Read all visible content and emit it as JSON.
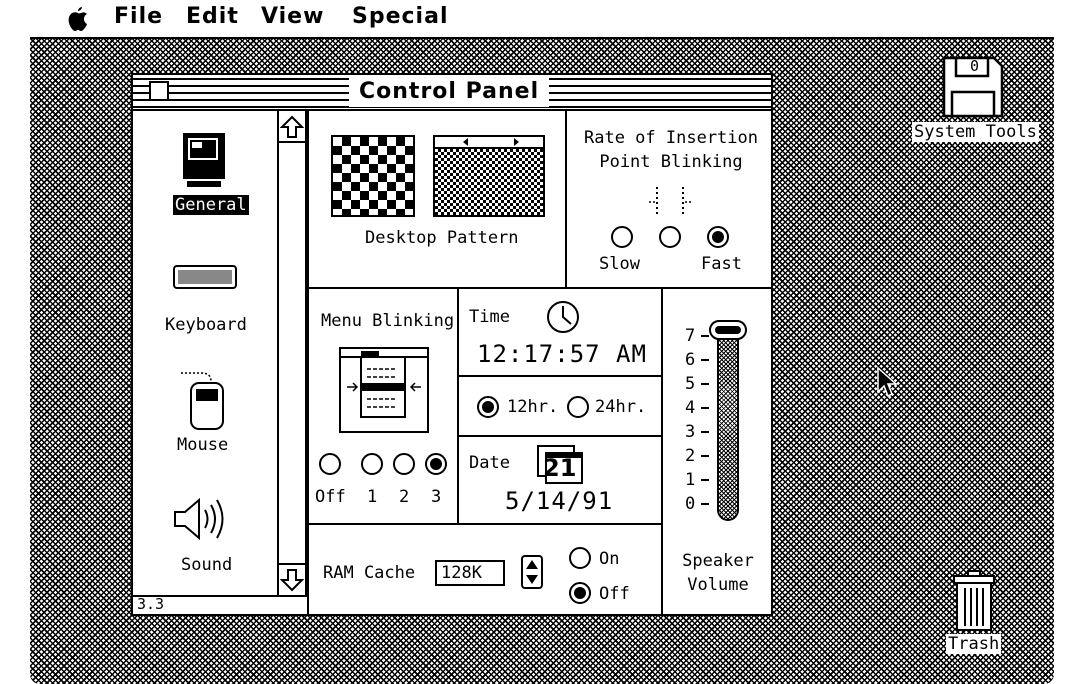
{
  "menubar": {
    "items": [
      "File",
      "Edit",
      "View",
      "Special"
    ]
  },
  "desktop": {
    "icons": {
      "system_tools": "System Tools",
      "system_tools_badge": "0",
      "trash": "Trash"
    }
  },
  "window": {
    "title": "Control Panel",
    "version": "3.3",
    "sidebar": {
      "items": [
        {
          "label": "General",
          "selected": true
        },
        {
          "label": "Keyboard"
        },
        {
          "label": "Mouse"
        },
        {
          "label": "Sound"
        }
      ]
    },
    "desktop_pattern": {
      "label": "Desktop Pattern"
    },
    "insertion": {
      "title_line1": "Rate of Insertion",
      "title_line2": "Point Blinking",
      "slow": "Slow",
      "fast": "Fast",
      "selected_index": 2
    },
    "menu_blinking": {
      "title": "Menu Blinking",
      "options": [
        "Off",
        "1",
        "2",
        "3"
      ],
      "selected_index": 3
    },
    "time": {
      "label": "Time",
      "value": "12:17:57 AM",
      "format_12": "12hr.",
      "format_24": "24hr.",
      "selected": "12hr."
    },
    "date": {
      "label": "Date",
      "value": "5/14/91",
      "calendar_day": "21"
    },
    "speaker": {
      "label_line1": "Speaker",
      "label_line2": "Volume",
      "levels": [
        "7",
        "6",
        "5",
        "4",
        "3",
        "2",
        "1",
        "0"
      ],
      "value": 7
    },
    "ram_cache": {
      "label": "RAM Cache",
      "size": "128K",
      "on": "On",
      "off": "Off",
      "selected": "Off"
    }
  }
}
